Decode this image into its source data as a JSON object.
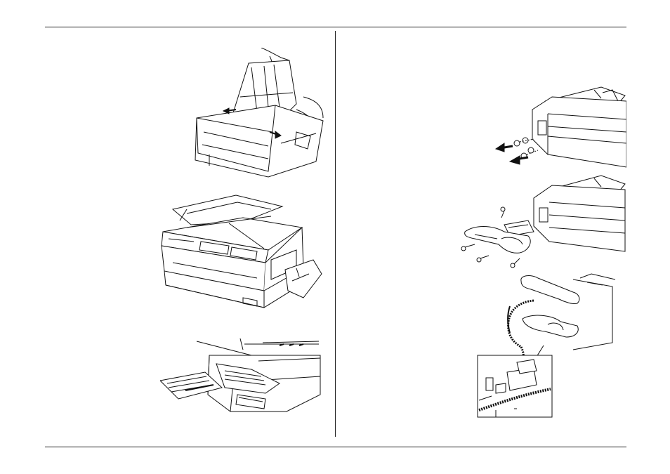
{
  "page": {
    "background": "#ffffff",
    "line_color": "#222222"
  },
  "figures": [
    {
      "id": "fig-1",
      "icon": "paper-support-extension-drawing"
    },
    {
      "id": "fig-2",
      "icon": "fax-machine-document-tray-drawing"
    },
    {
      "id": "fig-3",
      "icon": "paper-cassette-removal-drawing"
    },
    {
      "id": "fig-4",
      "icon": "side-cover-screw-removal-drawing"
    },
    {
      "id": "fig-5",
      "icon": "handset-cradle-mounting-drawing"
    },
    {
      "id": "fig-6",
      "icon": "handset-cord-connection-drawing"
    }
  ]
}
